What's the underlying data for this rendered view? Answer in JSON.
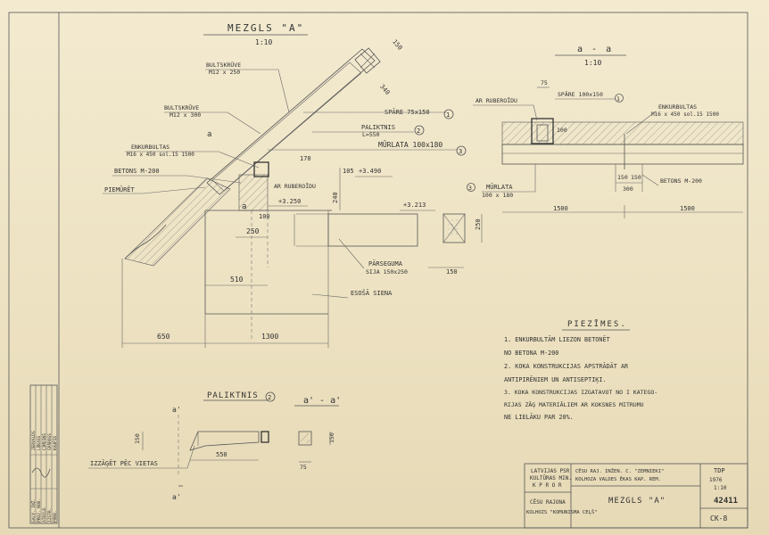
{
  "main_detail": {
    "title": "MEZGLS \"A\"",
    "scale": "1:10",
    "labels": {
      "bultskruve_top": "BULTSKRŪVE",
      "bultskruve_top_spec": "M12 x 250",
      "bultskruve_mid": "BULTSKRŪVE",
      "bultskruve_mid_spec": "M12 x 300",
      "enkurbultas": "ENKURBULTAS",
      "enkurbultas_spec": "M16 x 450  sol.15  1500",
      "betons": "BETONS M-200",
      "piemurets": "PIEMŪRĒT",
      "spare": "SPĀRE 75x150",
      "paliktnis": "PALIKTNIS",
      "paliktnis_spec": "L=550",
      "murlata": "MŪRLATA 100x180",
      "ar_ruberoidu": "AR RUBEROĪDU",
      "parseguma": "PĀRSEGUMA",
      "parseguma_spec": "SIJA 150x250",
      "esosa_siena": "ESOŠĀ SIENA",
      "a_mark": "a",
      "circle_1": "1",
      "circle_2": "2",
      "circle_3": "3"
    },
    "dims": {
      "d150_top": "150",
      "d340": "340",
      "d170": "170",
      "d105": "105",
      "d100": "100",
      "elev_3490": "+3.490",
      "elev_3250": "+3.250",
      "elev_3213": "+3.213",
      "d240": "240",
      "d250": "250",
      "d250_right": "250",
      "d510": "510",
      "d150_right": "150",
      "d650": "650",
      "d1300": "1300"
    }
  },
  "section_aa": {
    "title": "a - a",
    "scale": "1:10",
    "ar_ruberoidu": "AR RUBEROĪDU",
    "spare": "SPĀRE 100x150",
    "enkurbultas": "ENKURBULTAS",
    "enkurbultas_spec": "M16 x 450 sol.15 1500",
    "murlata": "MŪRLATA",
    "murlata_spec": "100 x 180",
    "betons": "BETONS M-200",
    "circle_1": "1",
    "circle_3": "3",
    "dims": {
      "d75": "75",
      "d100": "100",
      "d150a": "150",
      "d150b": "150",
      "d300": "300",
      "d1500a": "1500",
      "d1500b": "1500"
    }
  },
  "paliktnis_detail": {
    "title": "PALIKTNIS",
    "circle": "2",
    "section": "a' - a'",
    "izzaget": "IZZĀĢĒT PĒC VIETAS",
    "a_prime": "a'",
    "dims": {
      "d150": "150",
      "d550": "550",
      "d75": "75",
      "d150b": "150"
    }
  },
  "notes": {
    "heading": "PIEZĪMES.",
    "lines": [
      "1. ENKURBULTĀM LIEZON BETONĒT",
      "   NO BETONA M-200",
      "2. KOKA KONSTRUKCIJAS APSTRĀDĀT AR",
      "   ANTIPIRĒNIEM UN ANTISEPTIĶI.",
      "3. KOKA KONSTRUKCIJAS IZGATAVOT NO I KATEGO-",
      "   RIJAS ZĀĢ MATERIĀLIEM AR KOKSNES MITRUMU",
      "   NE LIELĀKU PAR 20%."
    ]
  },
  "title_block": {
    "org1": "LATVIJAS PSR",
    "org2": "KULTŪRAS MIN.",
    "org3": "K P R O R",
    "project1": "CĒSU RAJ. INŽEN. C. \"ZEMNIEKI\"",
    "project2": "KOLHOZA VALDES ĒKAS KAP. REM.",
    "address1": "CĒSU RAJONA",
    "address2": "KOLHOZS \"KOMUNISMA CEĻŠ\"",
    "drawing_title": "MEZGLS \"A\"",
    "stage": "TDP",
    "year": "1976",
    "scale": "1:10",
    "number": "42411",
    "sheet": "CK-8"
  },
  "side_stamp": {
    "rows": [
      "GALV. INŽ.",
      "PROJ. NOD.",
      "ATBILD.",
      "IZSTR.",
      "PĀRB."
    ],
    "names": [
      "ZERVALDS",
      "LŪKASS",
      "CIMDIŅŠ",
      "ŠPĀROGS",
      "KAUPIS"
    ]
  }
}
